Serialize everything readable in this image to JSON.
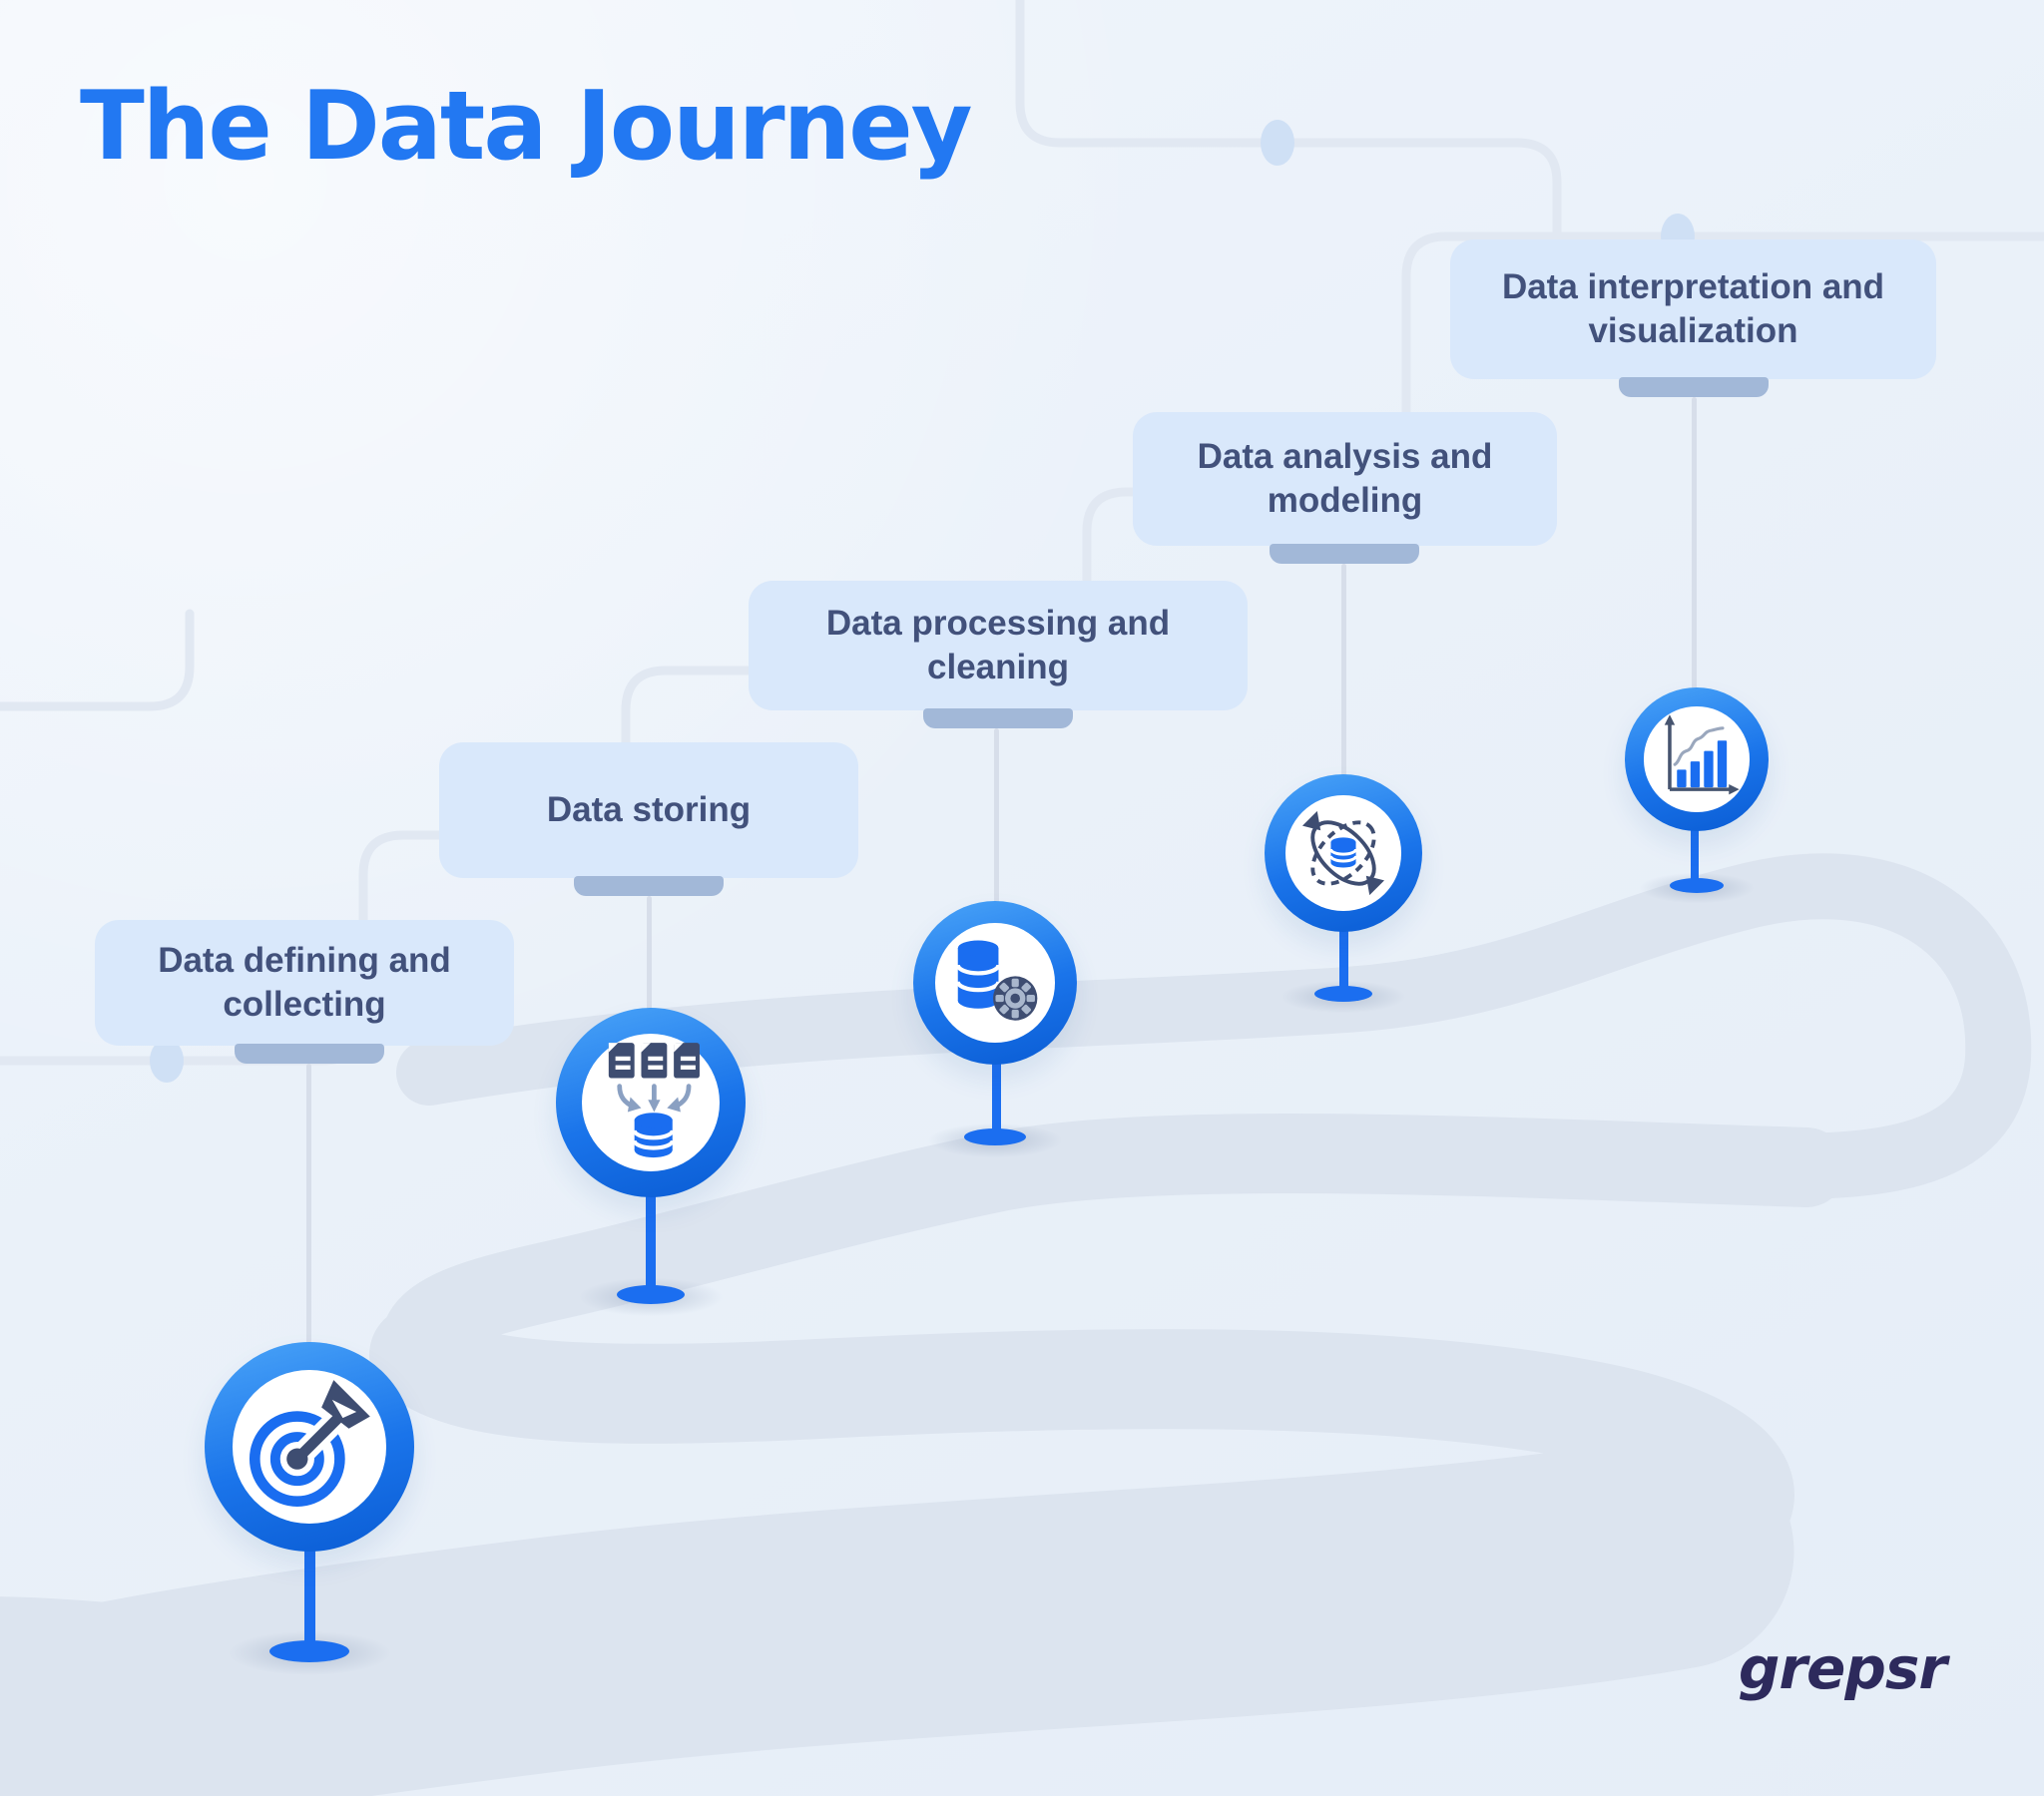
{
  "title": "The Data Journey",
  "brand": {
    "logo_text": "grepsr"
  },
  "steps": [
    {
      "order": 1,
      "label": "Data defining and collecting",
      "icon": "target-arrow-icon"
    },
    {
      "order": 2,
      "label": "Data storing",
      "icon": "documents-to-database-icon"
    },
    {
      "order": 3,
      "label": "Data processing and cleaning",
      "icon": "database-gear-icon"
    },
    {
      "order": 4,
      "label": "Data analysis and modeling",
      "icon": "atom-orbit-database-icon"
    },
    {
      "order": 5,
      "label": "Data interpretation and visualization",
      "icon": "rising-bar-chart-icon"
    }
  ],
  "colors": {
    "title_blue": "#2278f2",
    "label_box_bg": "#d9e8fb",
    "label_text": "#42517b",
    "tab": "#a2b8d8",
    "pin_ring_light": "#4aa4f8",
    "pin_ring_dark": "#0a5cd4",
    "pin_stem": "#1b6ef0",
    "road": "#dce4ef",
    "circuit_trace": "#e1e8f2",
    "circuit_node": "#cfe0f5",
    "icon_blue": "#1a6df0",
    "icon_navy": "#3e4d71",
    "logo_text_color": "#2d2a5c",
    "background": "#eaf1f9"
  }
}
